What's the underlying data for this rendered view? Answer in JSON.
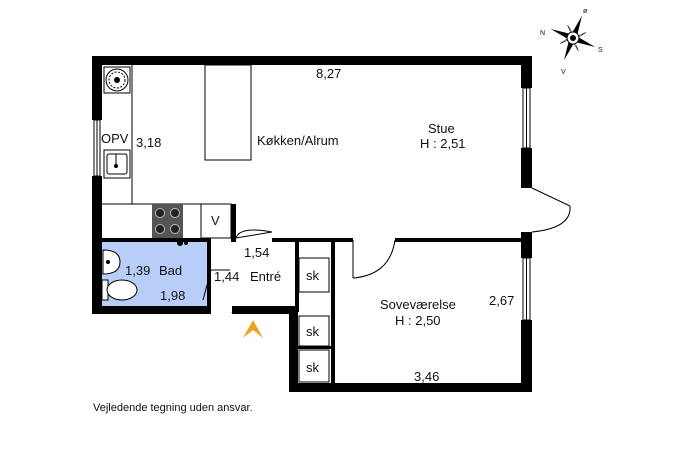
{
  "rooms": {
    "kitchen": "Køkken/Alrum",
    "living": "Stue",
    "living_height": "H : 2,51",
    "bedroom": "Soveværelse",
    "bedroom_height": "H : 2,50",
    "bath": "Bad",
    "entry": "Entré"
  },
  "dimensions": {
    "top_width": "8,27",
    "kitchen_depth": "3,18",
    "bath_width": "1,39",
    "bath_depth": "1,98",
    "entry_width": "1,54",
    "entry_depth": "1,44",
    "bedroom_depth": "2,67",
    "bedroom_width": "3,46"
  },
  "fixtures": {
    "opv": "OPV",
    "ventilation": "V",
    "closet_1": "sk",
    "closet_2": "sk",
    "closet_3": "sk"
  },
  "compass": {
    "north": "ø",
    "west": "N",
    "south": "V",
    "east": "S"
  },
  "disclaimer": "Vejledende tegning uden ansvar.",
  "colors": {
    "wall": "#000000",
    "bath_fill": "#b9cdf9",
    "entry_arrow": "#f0a020"
  }
}
